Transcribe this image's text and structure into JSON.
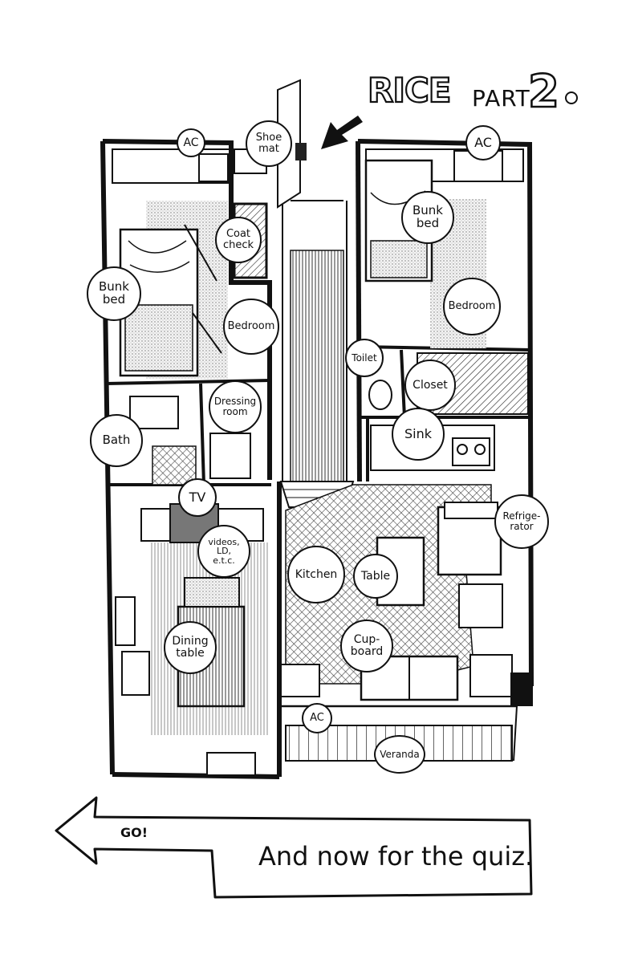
{
  "title": {
    "main": "RICE",
    "part": "PART",
    "number": "2"
  },
  "labels": {
    "ac_left": "AC",
    "ac_right": "AC",
    "ac_bottom": "AC",
    "shoe_mat": "Shoe\nmat",
    "coat_check": "Coat\ncheck",
    "bunk_bed_left": "Bunk\nbed",
    "bunk_bed_right": "Bunk\nbed",
    "bedroom_left": "Bedroom",
    "bedroom_right": "Bedroom",
    "toilet": "Toilet",
    "closet": "Closet",
    "dressing_room": "Dressing\nroom",
    "bath": "Bath",
    "sink": "Sink",
    "tv": "TV",
    "refrigerator": "Refrige-\nrator",
    "videos": "videos,\nLD,\ne.t.c.",
    "kitchen": "Kitchen",
    "table": "Table",
    "dining_table": "Dining\ntable",
    "cupboard": "Cup-\nboard",
    "veranda": "Veranda"
  },
  "footer": {
    "go": "GO!",
    "quiz": "And now for the quiz."
  }
}
